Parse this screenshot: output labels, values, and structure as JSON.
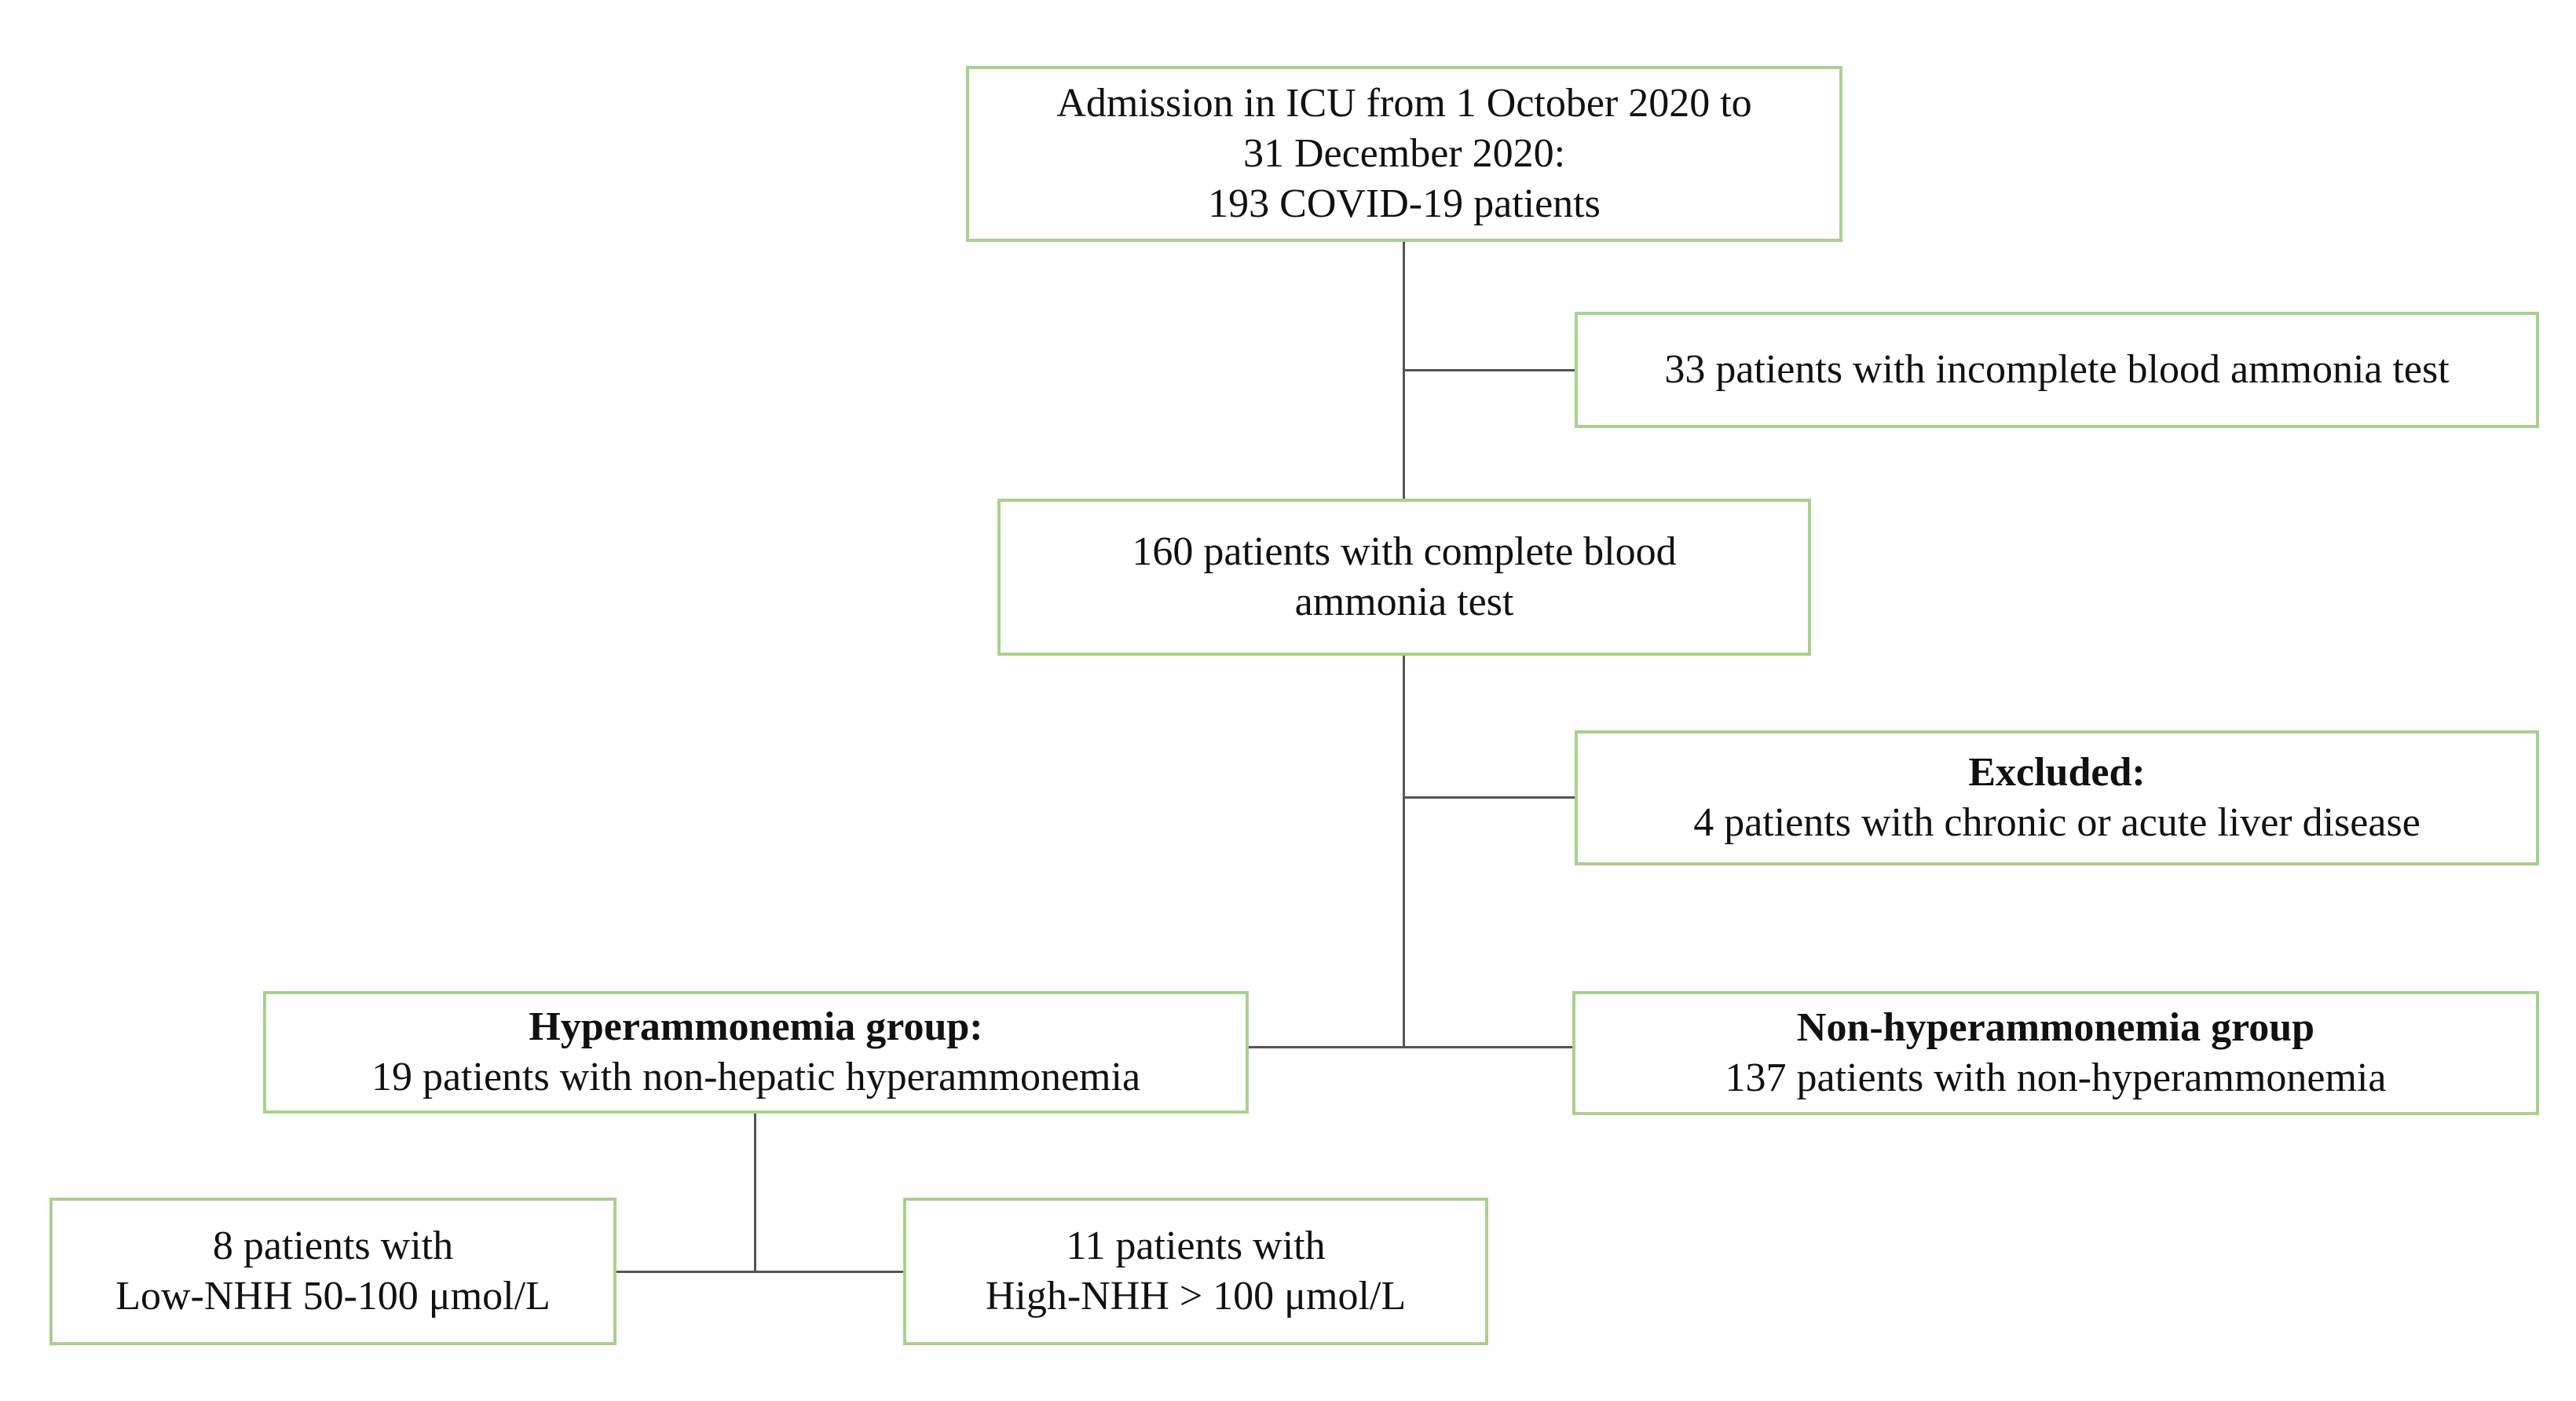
{
  "figure": {
    "kind": "patient-flow-diagram",
    "topic": "ICU COVID-19 patients blood ammonia screening"
  },
  "colors": {
    "box_border": "#a9d18e",
    "connector": "#555555",
    "text": "#111111",
    "background": "#ffffff"
  },
  "nodes": {
    "admission": {
      "lines": [
        "Admission in ICU from 1 October 2020 to",
        "31 December 2020:",
        "193 COVID-19 patients"
      ]
    },
    "incomplete_test": {
      "lines": [
        "33 patients with incomplete blood ammonia test"
      ]
    },
    "complete_test": {
      "lines": [
        "160 patients with complete blood",
        "ammonia test"
      ]
    },
    "excluded": {
      "title": "Excluded:",
      "lines": [
        "4 patients with chronic or acute liver disease"
      ]
    },
    "hyperammonemia": {
      "title": "Hyperammonemia group:",
      "lines": [
        "19 patients with non-hepatic hyperammonemia"
      ]
    },
    "non_hyperammonemia": {
      "title": "Non-hyperammonemia group",
      "lines": [
        "137 patients with non-hyperammonemia"
      ]
    },
    "low_nhh": {
      "lines": [
        "8 patients with",
        "Low-NHH 50-100 μmol/L"
      ]
    },
    "high_nhh": {
      "lines": [
        "11 patients with",
        "High-NHH > 100 μmol/L"
      ]
    }
  }
}
